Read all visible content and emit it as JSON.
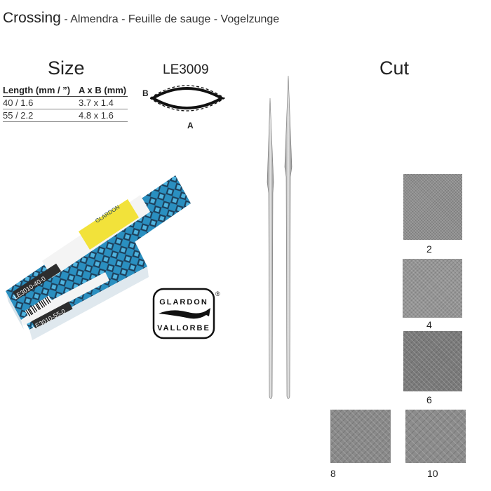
{
  "header": {
    "title_main": "Crossing",
    "title_rest": " - Almendra - Feuille de sauge - Vogelzunge"
  },
  "size": {
    "heading": "Size",
    "columns": [
      "Length (mm / ”)",
      "A x B (mm)"
    ],
    "rows": [
      [
        "40 / 1.6",
        "3.7 x 1.4"
      ],
      [
        "55 / 2.2",
        "4.8 x 1.6"
      ]
    ]
  },
  "profile": {
    "model": "LE3009",
    "label_b": "B",
    "label_a": "A"
  },
  "product_box": {
    "codes": [
      "LE3010-40-0",
      "LE3010-55-0"
    ]
  },
  "logo": {
    "top_text": "GLARDON",
    "bottom_text": "VALLORBE",
    "registered": "®"
  },
  "cut": {
    "heading": "Cut",
    "grades": [
      {
        "label": "2",
        "color": "#8e8e8e"
      },
      {
        "label": "4",
        "color": "#959595"
      },
      {
        "label": "6",
        "color": "#7b7b7b"
      },
      {
        "label": "8",
        "color": "#8a8a8a"
      },
      {
        "label": "10",
        "color": "#8c8c8c"
      }
    ]
  },
  "colors": {
    "box_blue": "#2a8fc0",
    "box_dark": "#1d3f5a",
    "label_yellow": "#f2e23a",
    "steel": "#b9b9b9"
  }
}
